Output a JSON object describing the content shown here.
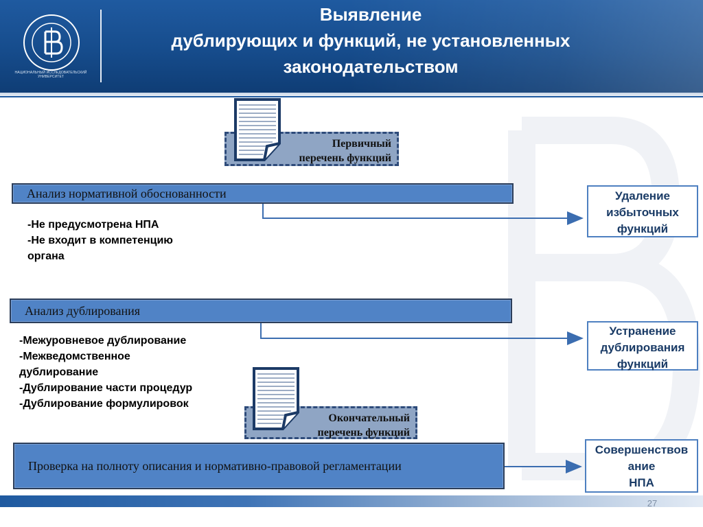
{
  "header": {
    "title_lines": [
      "Выявление",
      "дублирующих и функций, не установленных",
      "законодательством"
    ],
    "logo_caption": "НАЦИОНАЛЬНЫЙ ИССЛЕДОВАТЕЛЬСКИЙ УНИВЕРСИТЕТ"
  },
  "primary_list": {
    "lines": [
      "Первичный",
      "перечень функций"
    ]
  },
  "final_list": {
    "lines": [
      "Окончательный",
      "перечень функций"
    ]
  },
  "analysis": [
    {
      "label": "Анализ нормативной обоснованности",
      "bullets": [
        "-Не предусмотрена НПА",
        "-Не входит в компетенцию",
        "органа"
      ],
      "result": [
        "Удаление",
        "избыточных",
        "функций"
      ]
    },
    {
      "label": "Анализ дублирования",
      "bullets": [
        "-Межуровневое дублирование",
        "-Межведомственное",
        "дублирование",
        "-Дублирование части процедур",
        "-Дублирование формулировок"
      ],
      "result": [
        "Устранение",
        "дублирования",
        "функций"
      ]
    },
    {
      "label": "Проверка на полноту описания и нормативно-правовой регламентации",
      "result": [
        "Совершенствов",
        "ание",
        "НПА"
      ]
    }
  ],
  "footer": {
    "page_number": "27"
  },
  "colors": {
    "header": "#164c8c",
    "bar": "#5083c6",
    "dashbox": "#8fa5c4",
    "result_border": "#4d7fc0",
    "result_text": "#1a3b66"
  }
}
